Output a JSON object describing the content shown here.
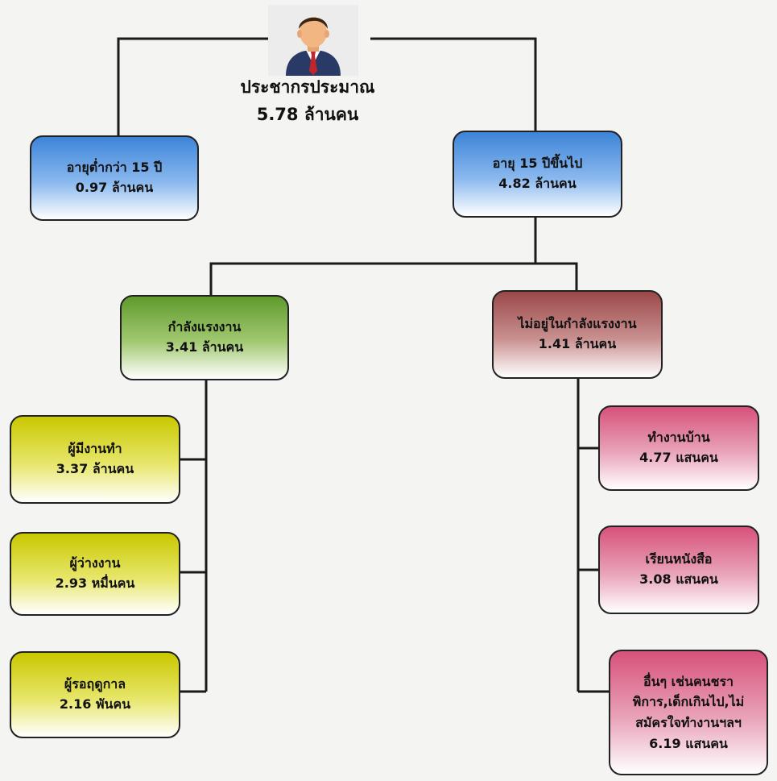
{
  "root": {
    "title": "ประชากรประมาณ",
    "value": "5.78 ล้านคน"
  },
  "under15": {
    "title": "อายุต่ำกว่า 15 ปี",
    "value": "0.97 ล้านคน"
  },
  "over15": {
    "title": "อายุ 15 ปีขึ้นไป",
    "value": "4.82 ล้านคน"
  },
  "labor_force": {
    "title": "กำลังแรงงาน",
    "value": "3.41 ล้านคน"
  },
  "not_labor_force": {
    "title": "ไม่อยู่ในกำลังแรงงาน",
    "value": "1.41 ล้านคน"
  },
  "employed": {
    "title": "ผู้มีงานทำ",
    "value": "3.37 ล้านคน"
  },
  "unemployed": {
    "title": "ผู้ว่างงาน",
    "value": "2.93 หมื่นคน"
  },
  "seasonal": {
    "title": "ผู้รอฤดูกาล",
    "value": "2.16 พันคน"
  },
  "housework": {
    "title": "ทำงานบ้าน",
    "value": "4.77 แสนคน"
  },
  "studying": {
    "title": "เรียนหนังสือ",
    "value": "3.08 แสนคน"
  },
  "others": {
    "line1": "อื่นๆ เช่นคนชรา",
    "line2": "พิการ,เด็กเกินไป,ไม่",
    "line3": "สมัครใจทำงานฯลฯ",
    "value": "6.19 แสนคน"
  },
  "colors": {
    "blue": "#3d84d8",
    "green": "#5f9a2c",
    "maroon": "#9a4848",
    "yellow": "#c9c800",
    "pink": "#d7527a"
  },
  "icons": {
    "root": "businessman-icon"
  }
}
